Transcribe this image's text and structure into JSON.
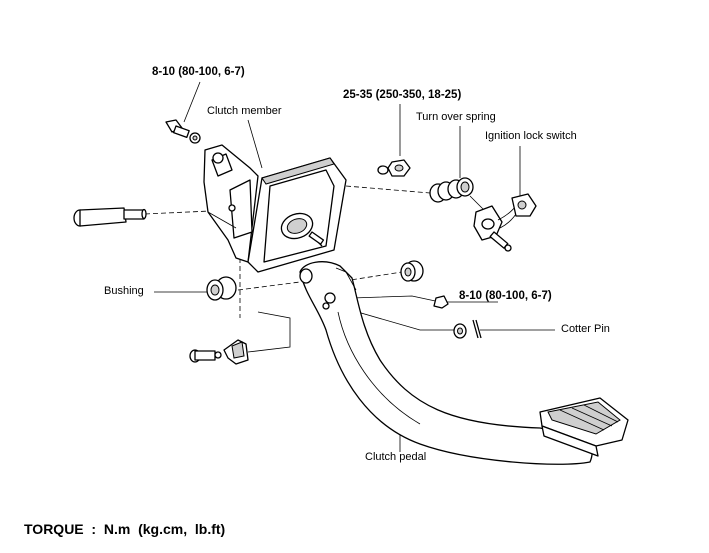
{
  "labels": {
    "torque_top_left": "8-10  (80-100,  6-7)",
    "clutch_member": "Clutch member",
    "torque_top_right": "25-35  (250-350,  18-25)",
    "turn_over_spring": "Turn over spring",
    "ignition_lock_switch": "Ignition lock switch",
    "bushing": "Bushing",
    "torque_right": "8-10  (80-100,  6-7)",
    "cotter_pin": "Cotter Pin",
    "clutch_pedal": "Clutch pedal"
  },
  "footer": {
    "torque_units": "TORQUE  :  N.m  (kg.cm,  lb.ft)"
  }
}
